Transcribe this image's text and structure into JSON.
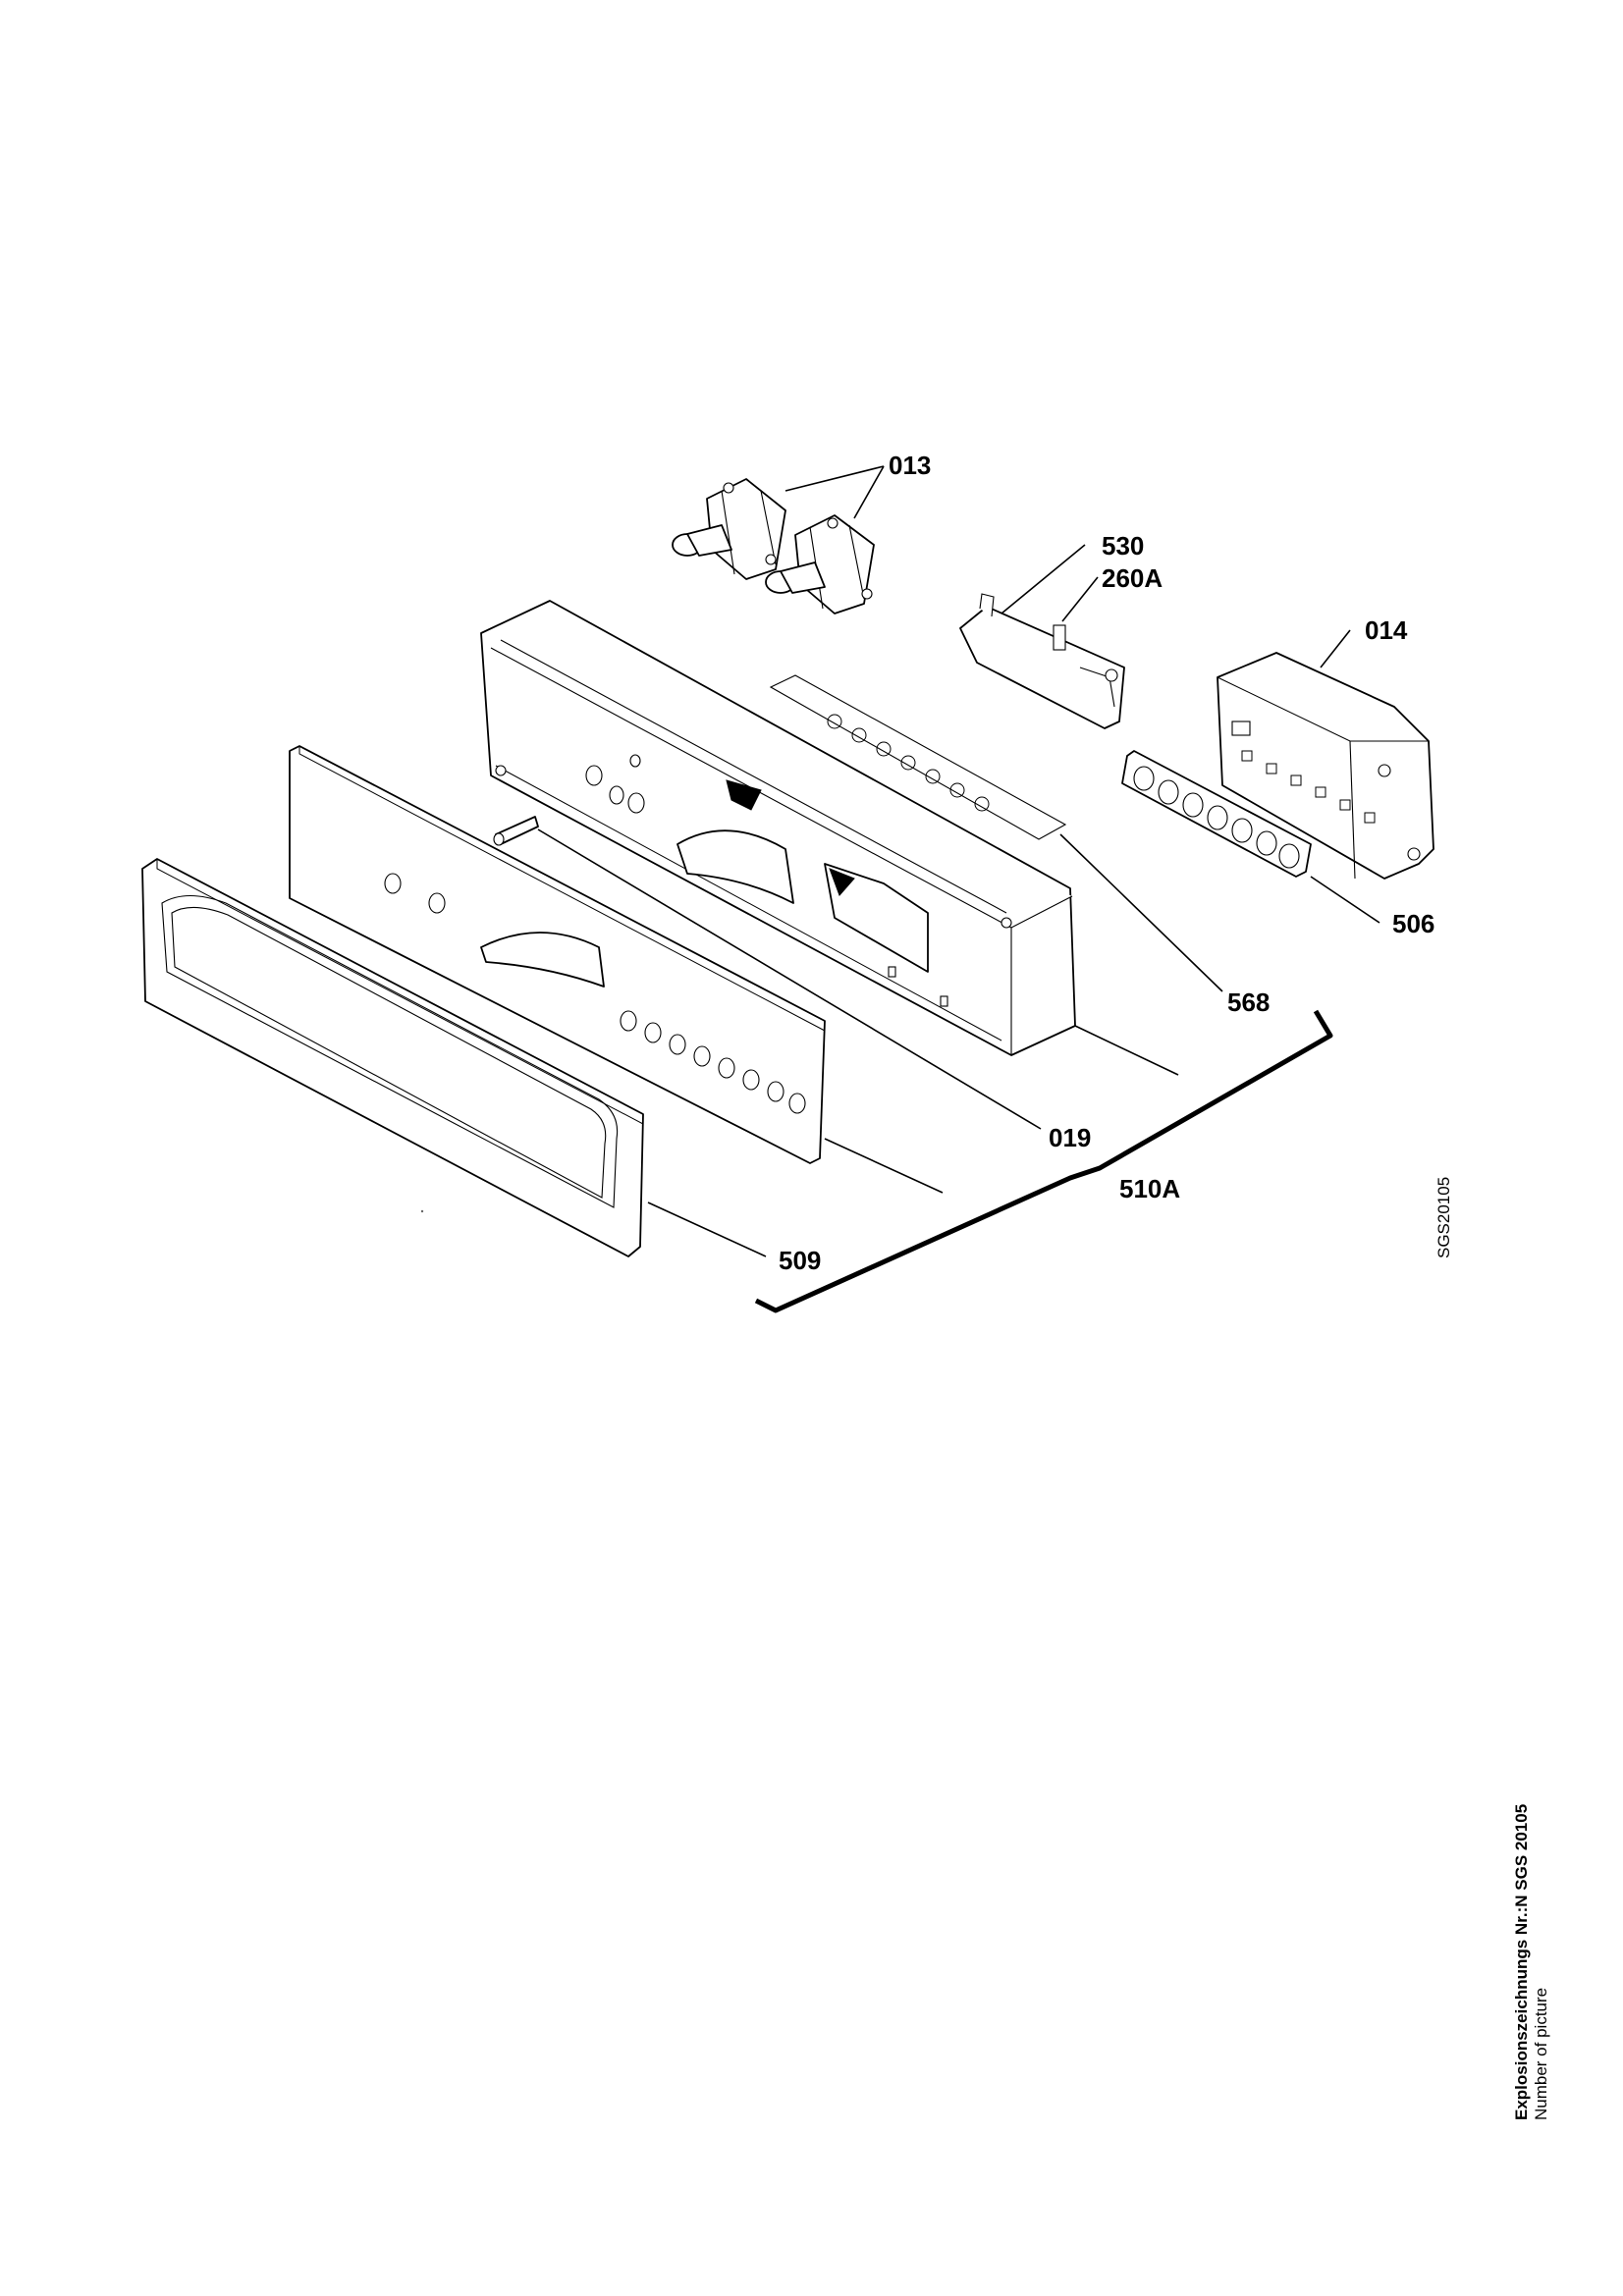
{
  "callouts": {
    "p013": "013",
    "p530": "530",
    "p260A": "260A",
    "p014": "014",
    "p506": "506",
    "p568": "568",
    "p019": "019",
    "p510A": "510A",
    "p509": "509"
  },
  "drawing_code": "SGS20105",
  "footer": {
    "title": "Explosionszeichnungs Nr.:N SGS 20105",
    "subtitle": "Number of picture"
  }
}
